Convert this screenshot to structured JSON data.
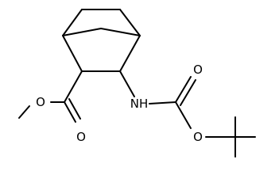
{
  "molecule": {
    "atoms": {
      "o_ester_ether": "O",
      "o_ester_carbonyl": "O",
      "n_amide": "NH",
      "o_carbamate_carbonyl": "O",
      "o_carbamate_ether": "O"
    }
  },
  "colors": {
    "bond": "#000000",
    "label": "#000000",
    "background": "#ffffff"
  }
}
